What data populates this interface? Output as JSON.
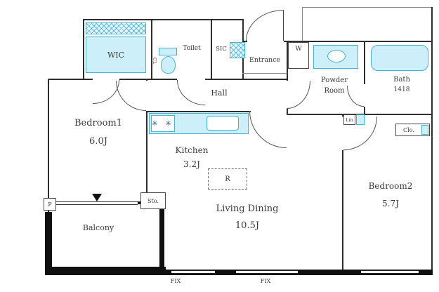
{
  "floorplan": {
    "rooms": {
      "wic": {
        "label": "WIC"
      },
      "toilet": {
        "label": "Toilet",
        "cl_label": "CL"
      },
      "sic": {
        "label": "SIC"
      },
      "entrance": {
        "label": "Entrance"
      },
      "washer": {
        "label": "W"
      },
      "powder_room": {
        "line1": "Powder",
        "line2": "Room"
      },
      "bath": {
        "label": "Bath",
        "size": "1418"
      },
      "hall": {
        "label": "Hall"
      },
      "bedroom1": {
        "label": "Bedroom1",
        "size": "6.0J"
      },
      "kitchen": {
        "label": "Kitchen",
        "size": "3.2J"
      },
      "living_dining": {
        "label": "Living Dining",
        "size": "10.5J"
      },
      "bedroom2": {
        "label": "Bedroom2",
        "size": "5.7J"
      },
      "balcony": {
        "label": "Balcony"
      }
    },
    "fixtures": {
      "refrigerator": "R",
      "storage": "Sto.",
      "pipe": "P",
      "linen": "Lin",
      "closet": "Clo.",
      "fix_window_left": "FIX",
      "fix_window_right": "FIX",
      "stove_burners": "✳ ✳"
    },
    "colors": {
      "line": "#2e2e2e",
      "fixture_fill": "#cdeffa",
      "fixture_border": "#44b3d6"
    }
  }
}
